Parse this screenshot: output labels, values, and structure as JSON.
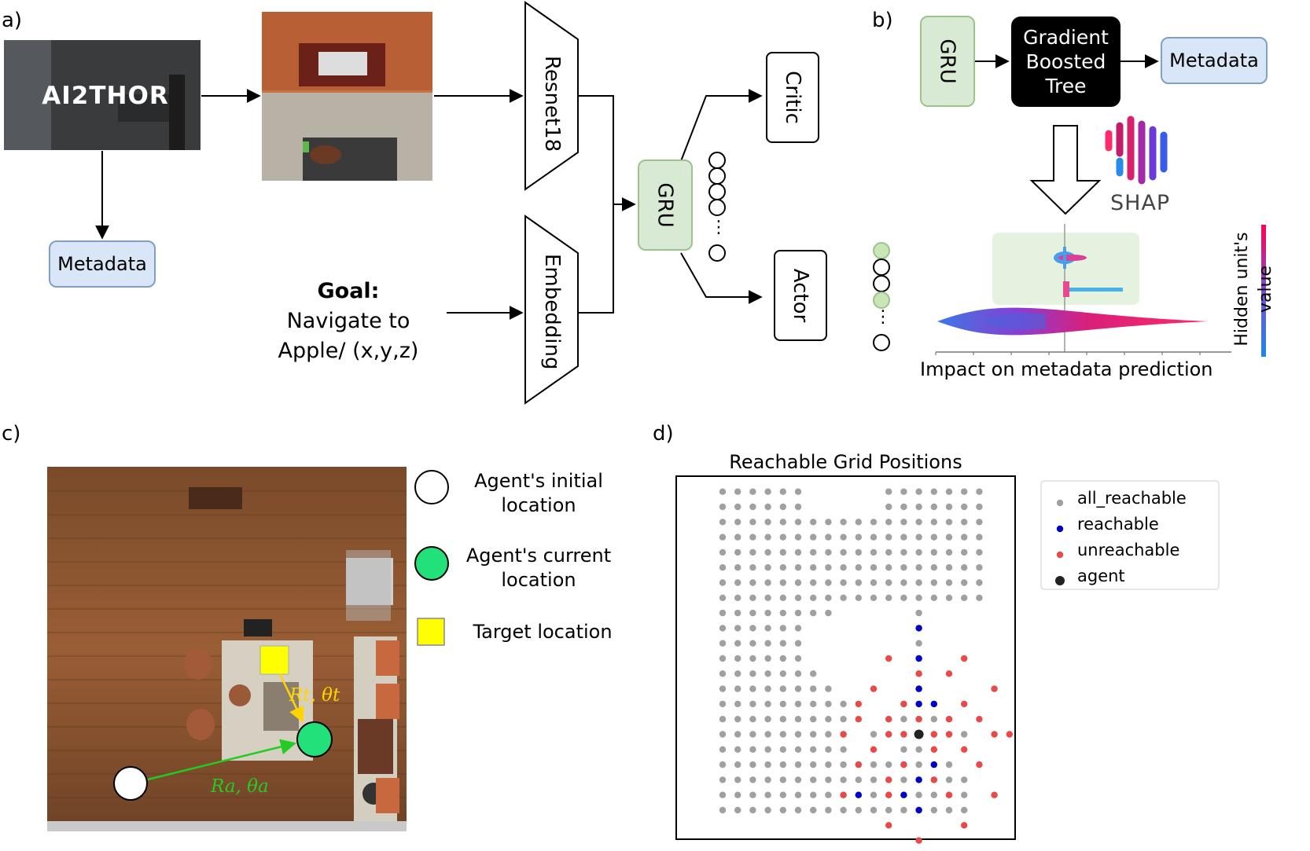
{
  "panel_labels": {
    "a": "a)",
    "b": "b)",
    "c": "c)",
    "d": "d)"
  },
  "panel_a": {
    "logo_text": "AI2THOR",
    "metadata_label": "Metadata",
    "resnet_label": "Resnet18",
    "embedding_label": "Embedding",
    "gru_label": "GRU",
    "critic_label": "Critic",
    "actor_label": "Actor",
    "goal_title": "Goal:",
    "goal_line1": "Navigate to",
    "goal_line2": "Apple/ (x,y,z)"
  },
  "panel_b": {
    "gru_label": "GRU",
    "gbt_line1": "Gradient",
    "gbt_line2": "Boosted",
    "gbt_line3": "Tree",
    "metadata_label": "Metadata",
    "shap_text": "SHAP",
    "xlabel": "Impact on metadata prediction",
    "colorbar_line1": "Hidden unit's",
    "colorbar_line2": "value"
  },
  "panel_c": {
    "legend_initial_1": "Agent's initial",
    "legend_initial_2": "location",
    "legend_current_1": "Agent's current",
    "legend_current_2": "location",
    "legend_target": "Target location",
    "target_relation": "Rt, θt",
    "agent_relation": "Ra, θa"
  },
  "chart_data": {
    "type": "scatter",
    "title": "Reachable Grid Positions",
    "xlabel": "",
    "ylabel": "",
    "legend_position": "upper-right",
    "grid": false,
    "colors": {
      "all_reachable": "#a0a0a0",
      "reachable": "#0000cc",
      "unreachable": "#e84a4a",
      "agent": "#222222"
    },
    "series": [
      {
        "name": "all_reachable",
        "grid_rows": [
          {
            "y": 21,
            "x": [
              0,
              1,
              2,
              3,
              4,
              5,
              11,
              12,
              13,
              14,
              15,
              16,
              17
            ]
          },
          {
            "y": 20,
            "x": [
              0,
              1,
              2,
              3,
              4,
              5,
              11,
              12,
              13,
              14,
              15,
              16,
              17
            ]
          },
          {
            "y": 19,
            "x": [
              0,
              1,
              2,
              3,
              4,
              5,
              6,
              7,
              8,
              9,
              10,
              11,
              12,
              13,
              14,
              15,
              16,
              17
            ]
          },
          {
            "y": 18,
            "x": [
              0,
              1,
              2,
              3,
              4,
              5,
              6,
              7,
              8,
              9,
              10,
              11,
              12,
              13,
              14,
              15,
              16,
              17
            ]
          },
          {
            "y": 17,
            "x": [
              0,
              1,
              2,
              3,
              4,
              5,
              6,
              7,
              8,
              9,
              10,
              11,
              12,
              13,
              14,
              15,
              16,
              17
            ]
          },
          {
            "y": 16,
            "x": [
              0,
              1,
              2,
              3,
              4,
              5,
              6,
              7,
              8,
              9,
              10,
              11,
              12,
              13,
              14,
              15,
              16,
              17
            ]
          },
          {
            "y": 15,
            "x": [
              0,
              1,
              2,
              3,
              4,
              5,
              6,
              7,
              8,
              9,
              10,
              11,
              12,
              13,
              14,
              15,
              16,
              17
            ]
          },
          {
            "y": 14,
            "x": [
              0,
              1,
              2,
              3,
              4,
              5,
              6,
              7,
              8,
              9,
              10,
              11,
              12,
              13,
              14,
              15,
              16,
              17
            ]
          },
          {
            "y": 13,
            "x": [
              0,
              1,
              2,
              3,
              4,
              5,
              6,
              7,
              13
            ]
          },
          {
            "y": 12,
            "x": [
              0,
              1,
              2,
              3,
              4,
              5,
              13
            ]
          },
          {
            "y": 11,
            "x": [
              0,
              1,
              2,
              3,
              4,
              5,
              13
            ]
          },
          {
            "y": 10,
            "x": [
              0,
              1,
              2,
              3,
              4,
              5,
              13
            ]
          },
          {
            "y": 9,
            "x": [
              0,
              1,
              2,
              3,
              4,
              5,
              6,
              13
            ]
          },
          {
            "y": 8,
            "x": [
              0,
              1,
              2,
              3,
              4,
              5,
              6,
              7,
              13
            ]
          },
          {
            "y": 7,
            "x": [
              0,
              1,
              2,
              3,
              4,
              5,
              6,
              7,
              8,
              12,
              13,
              14
            ]
          },
          {
            "y": 6,
            "x": [
              0,
              1,
              2,
              3,
              4,
              5,
              6,
              7,
              8,
              11,
              12,
              13,
              14,
              15
            ]
          },
          {
            "y": 5,
            "x": [
              0,
              1,
              2,
              3,
              4,
              5,
              6,
              7,
              8,
              10,
              11,
              12,
              13,
              14,
              15,
              16
            ]
          },
          {
            "y": 4,
            "x": [
              0,
              1,
              2,
              3,
              4,
              5,
              6,
              7,
              8,
              12,
              13,
              14
            ]
          },
          {
            "y": 3,
            "x": [
              0,
              1,
              2,
              3,
              4,
              5,
              6,
              7,
              8,
              9,
              10,
              11,
              12,
              13,
              14,
              15
            ]
          },
          {
            "y": 2,
            "x": [
              0,
              1,
              2,
              3,
              4,
              5,
              6,
              7,
              8,
              9,
              10,
              11,
              12,
              13,
              14,
              15,
              16
            ]
          },
          {
            "y": 1,
            "x": [
              0,
              1,
              2,
              3,
              4,
              5,
              6,
              7,
              8,
              9,
              10,
              11,
              12,
              13,
              14,
              15,
              16
            ]
          },
          {
            "y": 0,
            "x": [
              0,
              1,
              2,
              3,
              4,
              5,
              6,
              7,
              8,
              9,
              10,
              11,
              12,
              13,
              14,
              15,
              16
            ]
          }
        ]
      },
      {
        "name": "reachable",
        "points": [
          [
            13,
            12
          ],
          [
            13,
            10
          ],
          [
            13,
            8
          ],
          [
            13,
            7
          ],
          [
            14,
            7
          ],
          [
            14,
            3
          ],
          [
            13,
            2
          ],
          [
            9,
            1
          ],
          [
            12,
            1
          ],
          [
            13,
            0
          ]
        ]
      },
      {
        "name": "unreachable",
        "points": [
          [
            11,
            10
          ],
          [
            16,
            10
          ],
          [
            13,
            9
          ],
          [
            15,
            9
          ],
          [
            10,
            8
          ],
          [
            18,
            8
          ],
          [
            9,
            7
          ],
          [
            12,
            7
          ],
          [
            16,
            7
          ],
          [
            9,
            6
          ],
          [
            11,
            6
          ],
          [
            13,
            6
          ],
          [
            15,
            6
          ],
          [
            17,
            6
          ],
          [
            12,
            5
          ],
          [
            14,
            5
          ],
          [
            8,
            5
          ],
          [
            11,
            5
          ],
          [
            15,
            5
          ],
          [
            18,
            5
          ],
          [
            19,
            5
          ],
          [
            10,
            4
          ],
          [
            14,
            4
          ],
          [
            16,
            4
          ],
          [
            9,
            3
          ],
          [
            12,
            3
          ],
          [
            17,
            3
          ],
          [
            11,
            2
          ],
          [
            14,
            2
          ],
          [
            8,
            1
          ],
          [
            11,
            1
          ],
          [
            15,
            1
          ],
          [
            18,
            1
          ],
          [
            11,
            -1
          ],
          [
            16,
            -1
          ],
          [
            13,
            -2
          ]
        ]
      },
      {
        "name": "agent",
        "points": [
          [
            13,
            5
          ]
        ]
      }
    ]
  }
}
